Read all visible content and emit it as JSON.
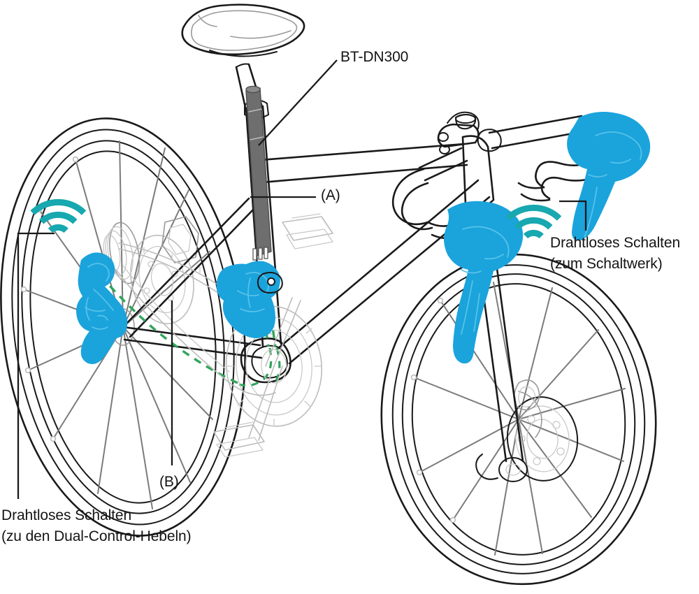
{
  "figure": {
    "title": "Shimano drahtloses Schaltsystem – Fahrraddiagramm",
    "background": "#ffffff"
  },
  "colors": {
    "accent_blue": "#1ba3dc",
    "wireless_teal": "#17a8b0",
    "wire_green": "#2fa55a",
    "outline_black": "#1a1a1a",
    "outline_grey": "#7a7a7a",
    "outline_light": "#b9b9b9",
    "battery_grey": "#6e6e6e",
    "text": "#141414"
  },
  "labels": {
    "battery": {
      "text": "BT-DN300",
      "name": "battery-label"
    },
    "callout_a": {
      "text": "(A)",
      "name": "callout-a-label"
    },
    "callout_b": {
      "text": "(B)",
      "name": "callout-b-label"
    },
    "rear_derailleur_wireless": {
      "line1": "Drahtloses Schalten",
      "line2": "(zum Schaltwerk)"
    },
    "dual_control_wireless": {
      "line1": "Drahtloses Schalten",
      "line2": "(zu den Dual-Control-Hebeln)"
    }
  },
  "components": {
    "saddle": "saddle",
    "seatpost": "seatpost",
    "battery_unit": "BT-DN300",
    "rear_derailleur": "rear-derailleur",
    "front_derailleur": "front-derailleur",
    "dual_control_lever_left": "dual-control-lever-left",
    "dual_control_lever_right": "dual-control-lever-right",
    "crankset": "crankset",
    "chain": "chain",
    "cassette": "cassette",
    "front_wheel": "front-wheel",
    "rear_wheel": "rear-wheel",
    "disc_rotor_front": "front-disc-rotor",
    "disc_rotor_rear": "rear-disc-rotor",
    "handlebar": "drop-handlebar",
    "stem": "stem",
    "fork": "fork",
    "pedal_front": "pedal-front",
    "pedal_rear": "pedal-rear"
  },
  "wireless_icons": {
    "rear": "wireless-signal-icon",
    "front": "wireless-signal-icon",
    "arcs": 3
  },
  "wiring": {
    "style": "dashed",
    "color": "#2fa55a",
    "description": "electric-wire-routing"
  }
}
